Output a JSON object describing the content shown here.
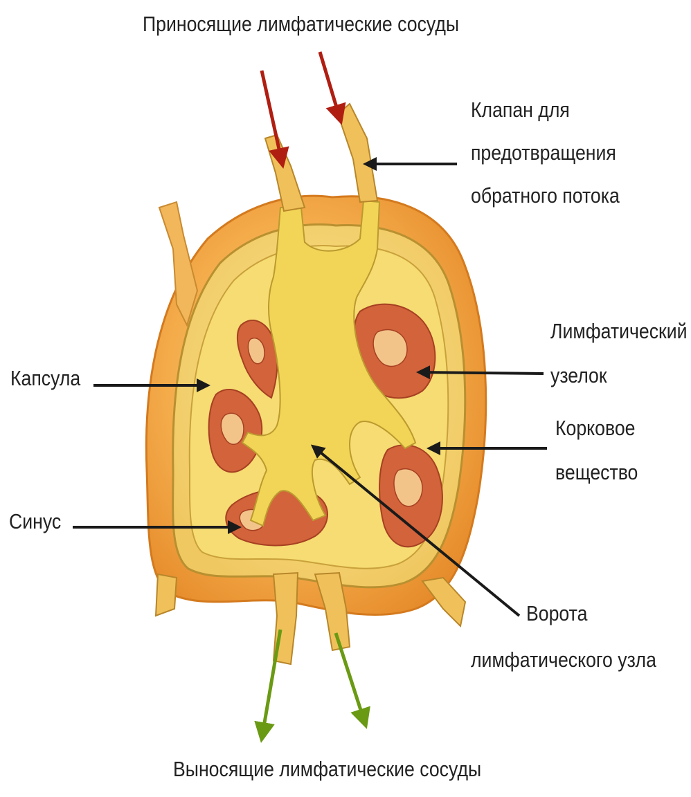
{
  "labels": {
    "afferent": "Приносящие лимфатические сосуды",
    "valve": [
      "Клапан для",
      "предотвращения",
      "обратного потока"
    ],
    "nodule": [
      "Лимфатический",
      "узелок"
    ],
    "capsule": "Капсула",
    "cortex": [
      "Корковое",
      "вещество"
    ],
    "sinus": "Синус",
    "hilum": [
      "Ворота",
      "лимфатического узла"
    ],
    "efferent": "Выносящие лимфатические сосуды"
  },
  "colors": {
    "afferent_arrow": "#b01e12",
    "efferent_arrow": "#6a9a14",
    "pointer_line": "#1a1a1a",
    "capsule_outer": "#f0a040",
    "capsule_edge": "#e0821e",
    "medulla": "#f2d457",
    "nodule_fill": "#d2633a"
  }
}
